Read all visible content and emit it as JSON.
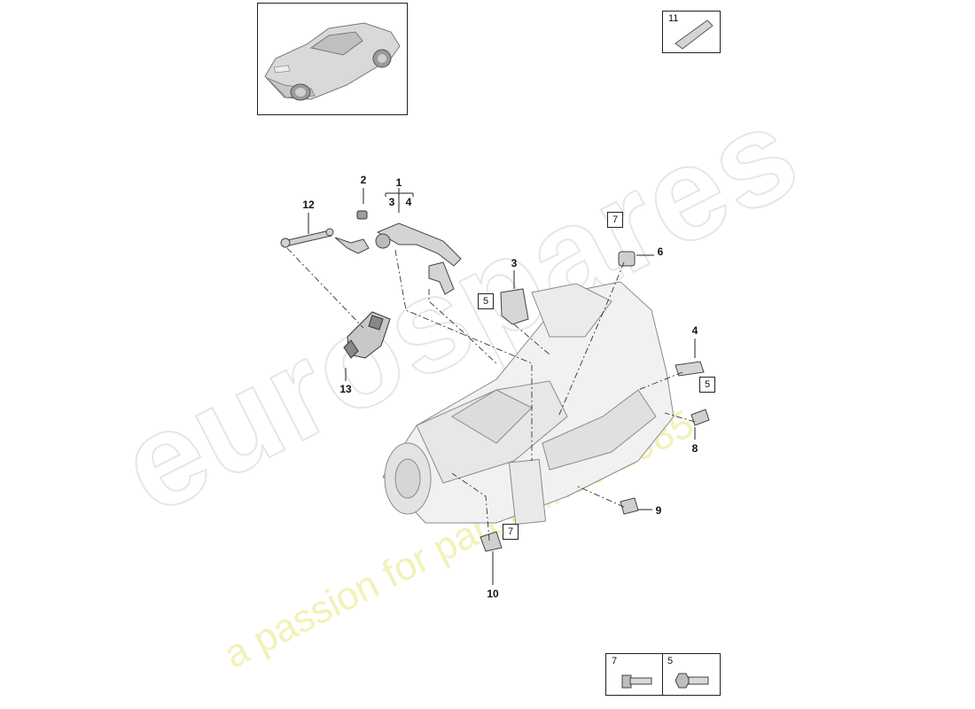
{
  "watermark": {
    "brand": "eurospares",
    "tagline": "a passion for parts since 1985"
  },
  "callouts": {
    "n1": "1",
    "n2": "2",
    "n3a": "3",
    "n4a": "4",
    "n3b": "3",
    "n4b": "4",
    "n6": "6",
    "n8": "8",
    "n9": "9",
    "n10": "10",
    "n12": "12",
    "n13": "13"
  },
  "boxed_refs": {
    "b7a": "7",
    "b5a": "5",
    "b5b": "5",
    "b7b": "7"
  },
  "parts_boxes": {
    "p11": "11",
    "p7": "7",
    "p5": "5"
  }
}
